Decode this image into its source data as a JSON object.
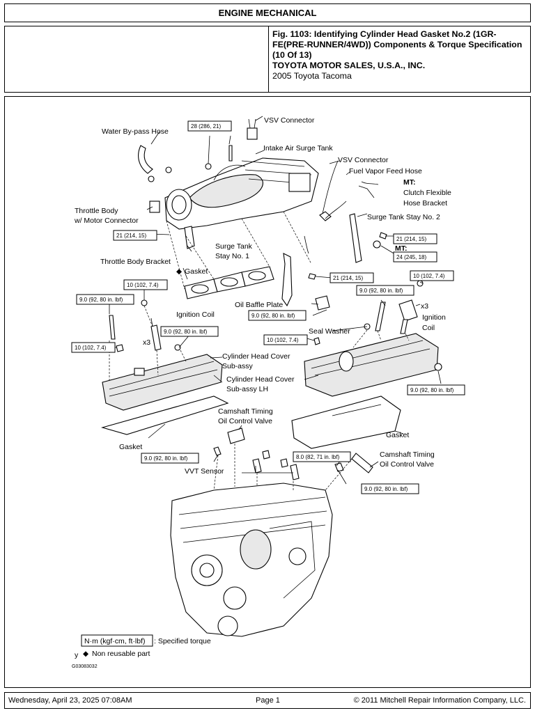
{
  "header": {
    "section": "ENGINE MECHANICAL"
  },
  "info": {
    "fig_title": "Fig. 1103: Identifying Cylinder Head Gasket No.2 (1GR-FE(PRE-RUNNER/4WD)) Components & Torque Specification (10 Of 13)",
    "company": "TOYOTA MOTOR SALES, U.S.A., INC.",
    "vehicle": "2005 Toyota Tacoma"
  },
  "figure": {
    "labels": {
      "vsv_connector_1": "VSV Connector",
      "water_bypass_hose": "Water By-pass Hose",
      "intake_air_surge_tank": "Intake Air Surge Tank",
      "vsv_connector_2": "VSV Connector",
      "fuel_vapor_feed_hose": "Fuel Vapor Feed Hose",
      "mt_1": "MT:",
      "clutch_flexible": "Clutch Flexible",
      "hose_bracket": "Hose Bracket",
      "throttle_body_1": "Throttle Body",
      "throttle_body_2": "w/ Motor Connector",
      "surge_tank_stay_2": "Surge Tank Stay No. 2",
      "mt_2": "MT:",
      "surge_tank_1": "Surge Tank",
      "surge_tank_2": "Stay No. 1",
      "throttle_body_bracket": "Throttle Body Bracket",
      "gasket_top": "Gasket",
      "oil_baffle_plate": "Oil Baffle Plate",
      "ignition_coil_left": "Ignition Coil",
      "x3_left": "x3",
      "x3_right": "x3",
      "ignition_right_1": "Ignition",
      "ignition_right_2": "Coil",
      "seal_washer": "Seal Washer",
      "cyl_head_cover_1": "Cylinder Head Cover",
      "cyl_head_cover_2": "Sub-assy",
      "cyl_head_cover_lh_1": "Cylinder Head Cover",
      "cyl_head_cover_lh_2": "Sub-assy  LH",
      "camshaft_ocv_left_1": "Camshaft Timing",
      "camshaft_ocv_left_2": "Oil Control Valve",
      "gasket_left": "Gasket",
      "gasket_right": "Gasket",
      "camshaft_ocv_right_1": "Camshaft Timing",
      "camshaft_ocv_right_2": "Oil Control Valve",
      "vvt_sensor": "VVT Sensor"
    },
    "torques": {
      "t1": "28 (286, 21)",
      "t2": "21 (214, 15)",
      "t3": "21 (214, 15)",
      "t4": "24 (245, 18)",
      "t5": "21 (214, 15)",
      "t6": "10 (102, 7.4)",
      "t7": "10 (102, 7.4)",
      "t8": "9.0 (92, 80 in. lbf)",
      "t9": "9.0 (92, 80 in. lbf)",
      "t10": "9.0 (92, 80 in. lbf)",
      "t11": "9.0 (92, 80 in. lbf)",
      "t12": "10 (102, 7.4)",
      "t13": "10 (102, 7.4)",
      "t14": "9.0 (92, 80 in. lbf)",
      "t15": "9.0 (92, 80 in. lbf)",
      "t16": "8.0 (82, 71 in. lbf)",
      "t17": "9.0 (92, 80 in. lbf)"
    },
    "legend": {
      "unit_box": "N·m (kgf·cm, ft·lbf)",
      "unit_text": ": Specified torque",
      "nonreuse_text": "Non reusable part",
      "fig_code": "G03083032"
    }
  },
  "footer": {
    "date": "Wednesday, April 23, 2025  07:08AM",
    "page": "Page 1",
    "copyright": "© 2011 Mitchell Repair Information Company, LLC."
  }
}
